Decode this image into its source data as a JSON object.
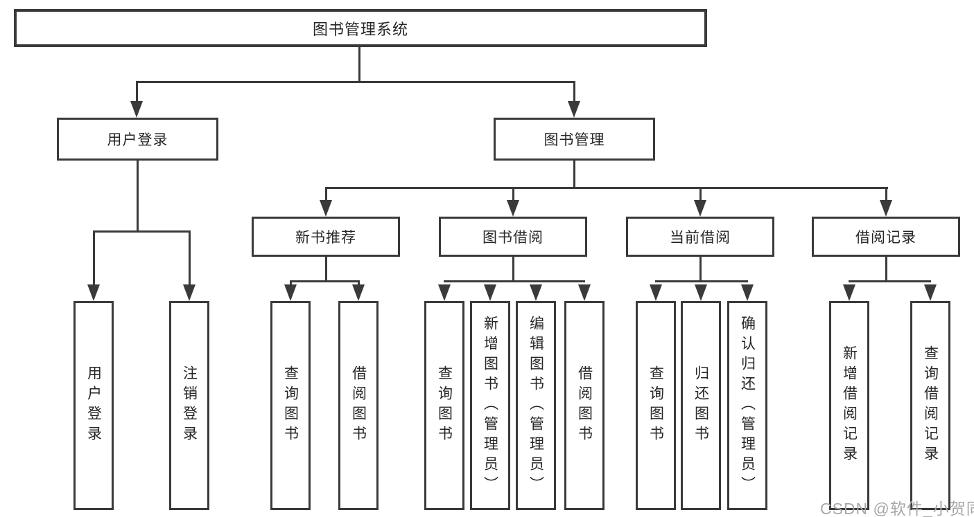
{
  "diagram": {
    "title": "图书管理系统",
    "level2": [
      {
        "label": "用户登录"
      },
      {
        "label": "图书管理"
      }
    ],
    "level3": [
      {
        "label": "新书推荐"
      },
      {
        "label": "图书借阅"
      },
      {
        "label": "当前借阅"
      },
      {
        "label": "借阅记录"
      }
    ],
    "leaves": {
      "login": [
        {
          "label": "用户登录"
        },
        {
          "label": "注销登录"
        }
      ],
      "recommend": [
        {
          "label": "查询图书"
        },
        {
          "label": "借阅图书"
        }
      ],
      "borrow": [
        {
          "label": "查询图书"
        },
        {
          "label": "新增图书（管理员）"
        },
        {
          "label": "编辑图书（管理员）"
        },
        {
          "label": "借阅图书"
        }
      ],
      "current": [
        {
          "label": "查询图书"
        },
        {
          "label": "归还图书"
        },
        {
          "label": "确认归还（管理员）"
        }
      ],
      "records": [
        {
          "label": "新增借阅记录"
        },
        {
          "label": "查询借阅记录"
        }
      ]
    }
  },
  "watermark": {
    "text": "CSDN @软件_小贺同学"
  },
  "colors": {
    "line": "#3a3a3a",
    "text": "#262626",
    "watermark": "#a8a8a8",
    "background": "#ffffff"
  }
}
